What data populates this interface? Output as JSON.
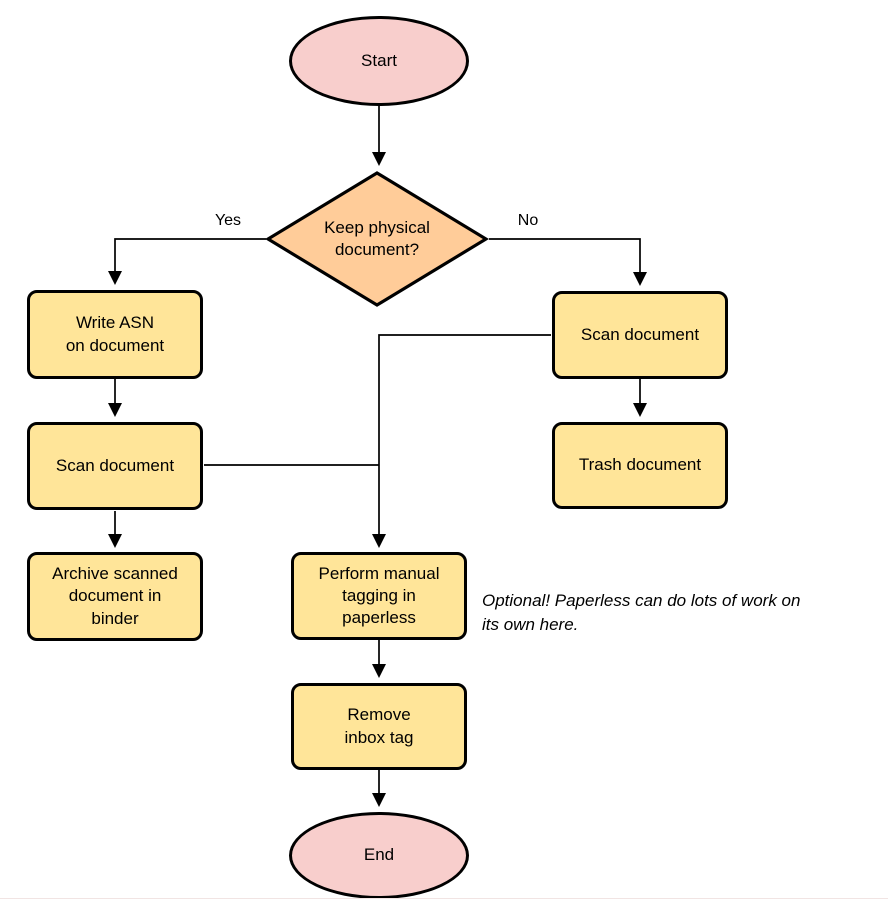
{
  "nodes": {
    "start": {
      "label": "Start",
      "shape": "ellipse",
      "fill": "#F8CECC"
    },
    "decision": {
      "label": "Keep physical\ndocument?",
      "shape": "diamond",
      "fill": "#FFCC99"
    },
    "write_asn": {
      "label": "Write ASN\non document",
      "shape": "process",
      "fill": "#FFE599"
    },
    "scan_left": {
      "label": "Scan document",
      "shape": "process",
      "fill": "#FFE599"
    },
    "archive": {
      "label": "Archive scanned\ndocument in\nbinder",
      "shape": "process",
      "fill": "#FFE599"
    },
    "scan_right": {
      "label": "Scan document",
      "shape": "process",
      "fill": "#FFE599"
    },
    "trash": {
      "label": "Trash document",
      "shape": "process",
      "fill": "#FFE599"
    },
    "tagging": {
      "label": "Perform manual\ntagging in\npaperless",
      "shape": "process",
      "fill": "#FFE599"
    },
    "remove_tag": {
      "label": "Remove\ninbox tag",
      "shape": "process",
      "fill": "#FFE599"
    },
    "end": {
      "label": "End",
      "shape": "ellipse",
      "fill": "#F8CECC"
    }
  },
  "edge_labels": {
    "yes": "Yes",
    "no": "No"
  },
  "edges": [
    {
      "from": "start",
      "to": "decision",
      "label": ""
    },
    {
      "from": "decision",
      "to": "write_asn",
      "label": "Yes"
    },
    {
      "from": "decision",
      "to": "scan_right",
      "label": "No"
    },
    {
      "from": "write_asn",
      "to": "scan_left",
      "label": ""
    },
    {
      "from": "scan_left",
      "to": "archive",
      "label": ""
    },
    {
      "from": "scan_left",
      "to": "tagging",
      "label": ""
    },
    {
      "from": "scan_right",
      "to": "trash",
      "label": ""
    },
    {
      "from": "scan_right",
      "to": "tagging",
      "label": ""
    },
    {
      "from": "tagging",
      "to": "remove_tag",
      "label": ""
    },
    {
      "from": "remove_tag",
      "to": "end",
      "label": ""
    }
  ],
  "annotation": {
    "text": "Optional! Paperless can do lots of work on\nits own here."
  },
  "colors": {
    "terminator_fill": "#F8CECC",
    "decision_fill": "#FFCC99",
    "process_fill": "#FFE599",
    "shape_border": "#000000",
    "edge_stroke": "#000000",
    "background": "#FFFFFF"
  }
}
